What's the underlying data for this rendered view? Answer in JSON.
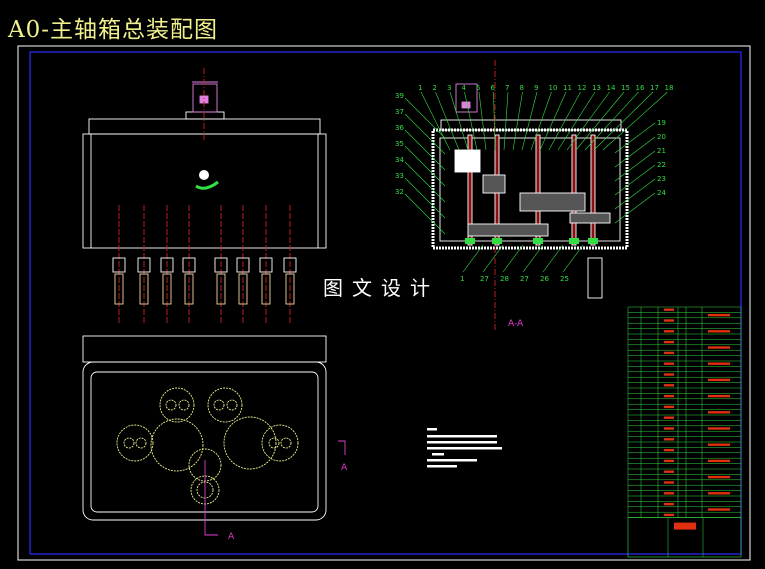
{
  "drawing": {
    "title": "A0-主轴箱总装配图",
    "watermark": "图文设计",
    "section_label": "A-A",
    "section_marker_side": "A",
    "section_marker_bottom": "A",
    "part_labels_top": [
      "1",
      "2",
      "3",
      "4",
      "5",
      "6",
      "7",
      "8",
      "9",
      "10",
      "11",
      "12",
      "13",
      "14",
      "15",
      "16",
      "17",
      "18"
    ],
    "part_labels_right": [
      "19",
      "20",
      "21",
      "22",
      "23",
      "24"
    ],
    "part_labels_left": [
      "39",
      "37",
      "36",
      "35",
      "34",
      "33",
      "32"
    ],
    "part_labels_bottom": [
      "1",
      "27",
      "28",
      "27",
      "26",
      "25"
    ],
    "spindle_count": 8
  },
  "colors": {
    "background": "#000000",
    "outline": "#ffffff",
    "frame": "#2a2aff",
    "centerline": "#d02020",
    "gear": "#f0f08c",
    "leader": "#33dd44",
    "motor": "#e080e0",
    "section_mark": "#e040d0",
    "table_grid": "#33dd44",
    "table_text": "#e03010"
  }
}
